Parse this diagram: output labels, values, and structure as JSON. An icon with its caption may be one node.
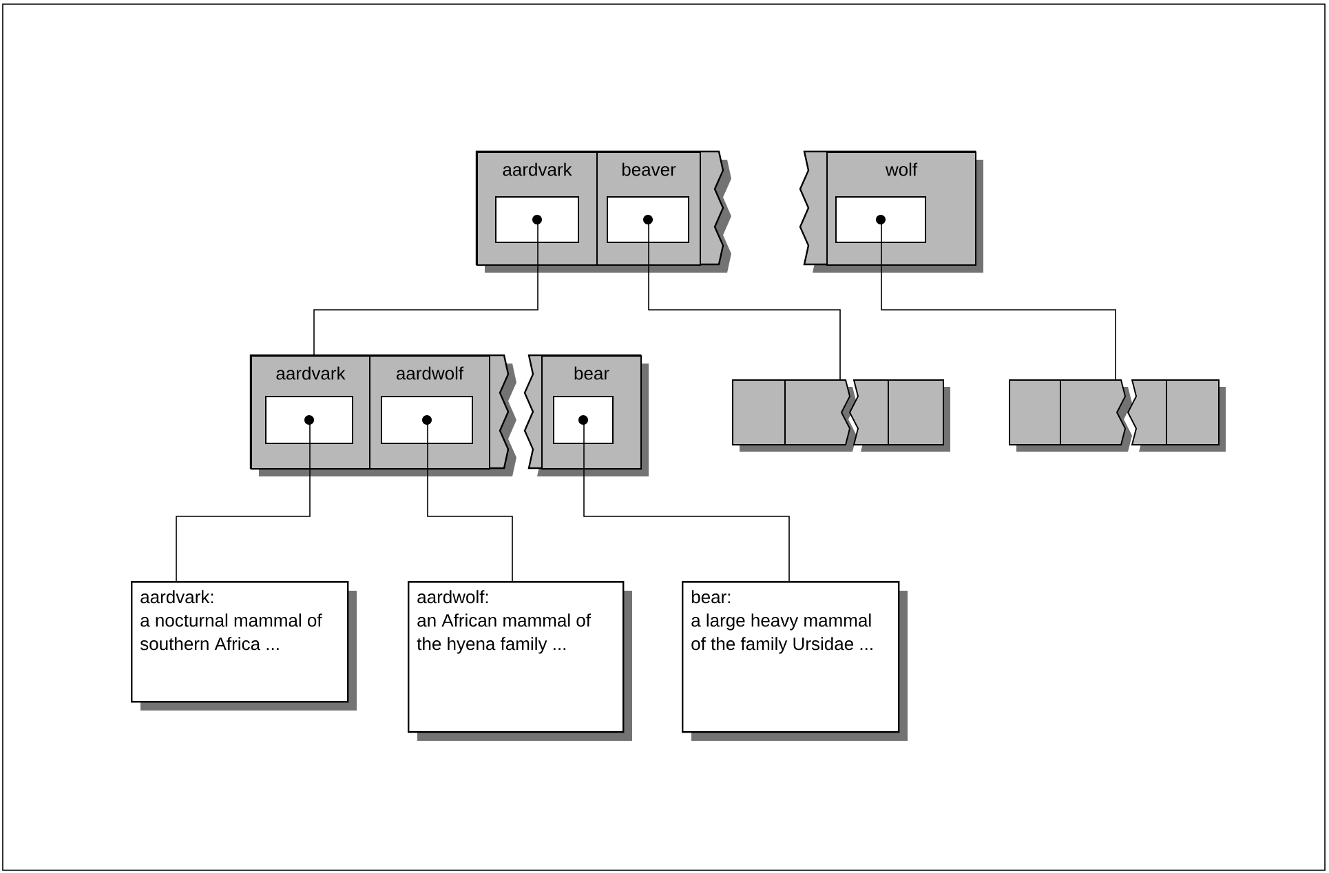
{
  "diagram": {
    "nodes": [
      {
        "text": [
          "aardvark"
        ]
      },
      {
        "text": [
          "beaver"
        ]
      },
      {
        "text": [
          "wolf"
        ]
      },
      {
        "text": [
          "aardvark"
        ]
      },
      {
        "text": [
          "aardwolf"
        ]
      },
      {
        "text": [
          "bear"
        ]
      },
      {
        "text": [],
        "shape": "box"
      },
      {
        "text": [],
        "shape": "box"
      },
      {
        "text": [
          "aardvark:",
          "a nocturnal mammal of southern Africa ..."
        ]
      },
      {
        "text": [
          "aardwolf:",
          "an African mammal of the hyena family ..."
        ]
      },
      {
        "text": [
          "bear:",
          "a large heavy mammal of the family Ursidae ..."
        ]
      }
    ],
    "edges": [
      {
        "from": 0,
        "to": 3,
        "arrow": "none"
      },
      {
        "from": 1,
        "to": 6,
        "arrow": "none"
      },
      {
        "from": 2,
        "to": 7,
        "arrow": "none"
      },
      {
        "from": 3,
        "to": 8,
        "arrow": "none"
      },
      {
        "from": 4,
        "to": 9,
        "arrow": "none"
      },
      {
        "from": 5,
        "to": 10,
        "arrow": "none"
      }
    ]
  }
}
